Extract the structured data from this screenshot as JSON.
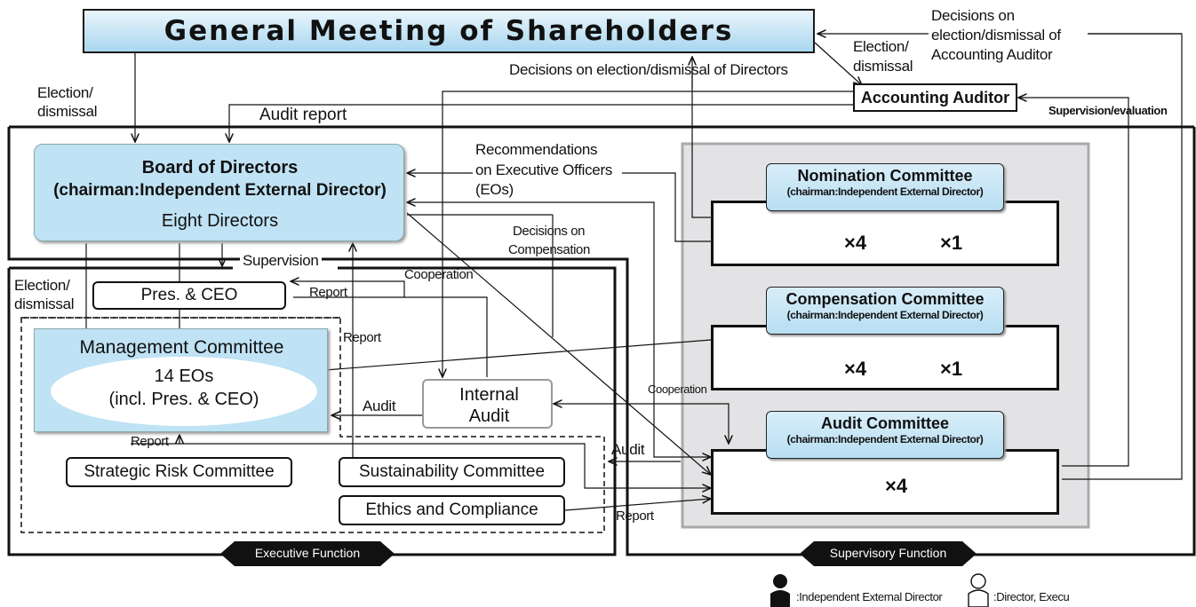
{
  "gmos": "General Meeting of Shareholders",
  "accounting_auditor": "Accounting Auditor",
  "board": {
    "title": "Board of Directors",
    "chair": "(chairman:Independent External Director)",
    "size": "Eight Directors"
  },
  "pres_ceo": "Pres. & CEO",
  "management": {
    "title": "Management Committee",
    "eos": "14 EOs",
    "incl": "(incl. Pres. & CEO)"
  },
  "internal_audit": {
    "line1": "Internal",
    "line2": "Audit"
  },
  "strategic_risk": "Strategic Risk Committee",
  "sustainability": "Sustainability Committee",
  "ethics": "Ethics and Compliance",
  "committees": {
    "nomination": {
      "name": "Nomination Committee",
      "chair": "(chairman:Independent External Director)",
      "ext": "×4",
      "int": "×1"
    },
    "compensation": {
      "name": "Compensation Committee",
      "chair": "(chairman:Independent External Director)",
      "ext": "×4",
      "int": "×1"
    },
    "audit": {
      "name": "Audit Committee",
      "chair": "(chairman:Independent External Director)",
      "ext": "×4"
    }
  },
  "labels": {
    "election_dismissal_a1": "Election/",
    "election_dismissal_a2": "dismissal",
    "election_dismissal_b1": "Election/",
    "election_dismissal_b2": "dismissal",
    "election_dismissal_c1": "Election/",
    "election_dismissal_c2": "dismissal",
    "decisions_aa1": "Decisions on",
    "decisions_aa2": "election/dismissal of",
    "decisions_aa3": "Accounting Auditor",
    "decisions_directors": "Decisions on election/dismissal of Directors",
    "audit_report": "Audit report",
    "supervision_evaluation": "Supervision/evaluation",
    "recommendations1": "Recommendations",
    "recommendations2": "on Executive Officers",
    "recommendations3": "(EOs)",
    "decisions_comp1": "Decisions on",
    "decisions_comp2": "Compensation",
    "supervision": "Supervision",
    "report_ceo": "Report",
    "cooperation_ia": "Cooperation",
    "report_vertical": "Report",
    "audit_ia": "Audit",
    "cooperation_ac": "Cooperation",
    "audit_ac": "Audit",
    "report_strat": "Report",
    "report_ethics": "Report"
  },
  "functions": {
    "executive": "Executive Function",
    "supervisory": "Supervisory Function"
  },
  "legend": {
    "independent": ":Independent External Director",
    "director": ":Director, Execu"
  }
}
